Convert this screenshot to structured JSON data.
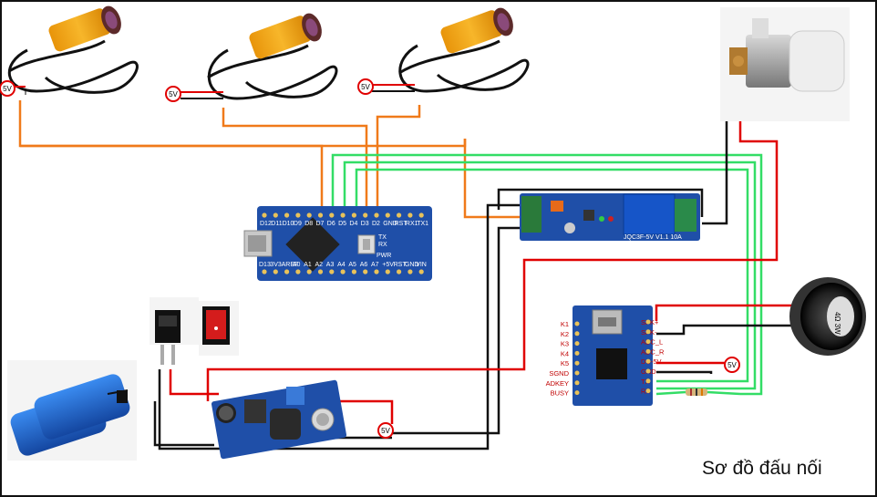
{
  "caption": "Sơ đồ đấu nối",
  "voltage_tag": "5V",
  "arduino": {
    "top_pins": [
      "D12",
      "D11",
      "D10",
      "D9",
      "D8",
      "D7",
      "D6",
      "D5",
      "D4",
      "D3",
      "D2",
      "GND",
      "RST",
      "RX1",
      "TX1"
    ],
    "bottom_pins": [
      "D13",
      "3V3",
      "AREF",
      "A0",
      "A1",
      "A2",
      "A3",
      "A4",
      "A5",
      "A6",
      "A7",
      "+5V",
      "RST",
      "GND",
      "VIN"
    ],
    "mid_labels": [
      "TX",
      "RX",
      "PWR"
    ]
  },
  "mp3": {
    "left_pins": [
      "K1",
      "K2",
      "K3",
      "K4",
      "K5",
      "SGND",
      "ADKEY",
      "BUSY"
    ],
    "right_pins": [
      "SPK+",
      "SPK-",
      "ADC_L",
      "ADC_R",
      "DC-5V",
      "GND",
      "TX",
      "RX"
    ]
  },
  "relay": {
    "label": "JQC3F-5V  V1.1  10A"
  },
  "speaker": {
    "label": "4Ω 3W"
  },
  "colors": {
    "wire_red": "#e00000",
    "wire_black": "#111111",
    "wire_orange": "#f07a1a",
    "wire_green": "#33dd66",
    "board_blue": "#1f4fa8",
    "sensor_yellow": "#f2a516"
  }
}
